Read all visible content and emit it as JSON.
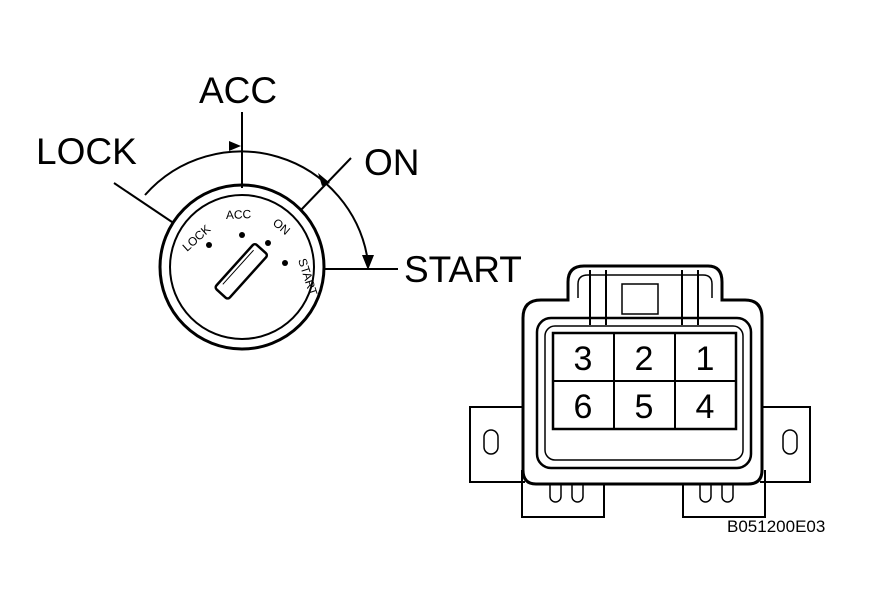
{
  "switch": {
    "callouts": {
      "lock": "LOCK",
      "acc": "ACC",
      "on": "ON",
      "start": "START"
    },
    "dial_labels": {
      "lock": "LOCK",
      "acc": "ACC",
      "on": "ON",
      "start": "START"
    }
  },
  "connector": {
    "pins": [
      {
        "label": "3"
      },
      {
        "label": "2"
      },
      {
        "label": "1"
      },
      {
        "label": "6"
      },
      {
        "label": "5"
      },
      {
        "label": "4"
      }
    ]
  },
  "figure_code": "B051200E03"
}
